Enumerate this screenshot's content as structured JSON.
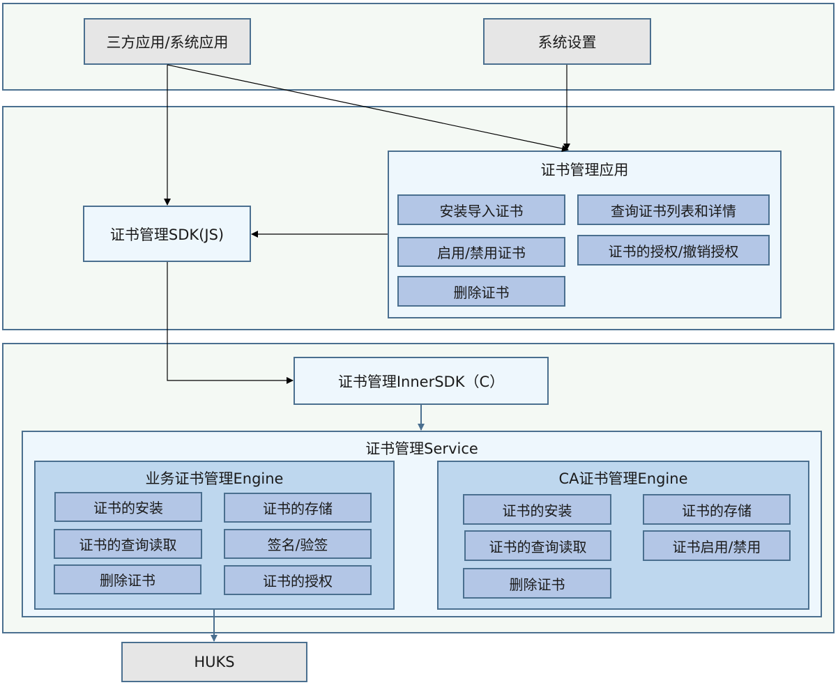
{
  "top_layer": {
    "third_party_app": "三方应用/系统应用",
    "system_settings": "系统设置"
  },
  "app_layer": {
    "sdk_js": "证书管理SDK(JS)",
    "cert_app": {
      "title": "证书管理应用",
      "items": [
        "安装导入证书",
        "查询证书列表和详情",
        "启用/禁用证书",
        "证书的授权/撤销授权",
        "删除证书"
      ]
    }
  },
  "service_layer": {
    "inner_sdk": "证书管理InnerSDK（C）",
    "service": {
      "title": "证书管理Service",
      "business_engine": {
        "title": "业务证书管理Engine",
        "items": [
          "证书的安装",
          "证书的存储",
          "证书的查询读取",
          "签名/验签",
          "删除证书",
          "证书的授权"
        ]
      },
      "ca_engine": {
        "title": "CA证书管理Engine",
        "items": [
          "证书的安装",
          "证书的存储",
          "证书的查询读取",
          "证书启用/禁用",
          "删除证书"
        ]
      }
    }
  },
  "huks": "HUKS",
  "colors": {
    "border": "#4a6f8f",
    "layer_bg": "#f4f9f4",
    "grey_box": "#e6e6e6",
    "light_box": "#eef7fd",
    "engine_bg": "#bed7ee",
    "item_bg": "#b3c6e6"
  }
}
